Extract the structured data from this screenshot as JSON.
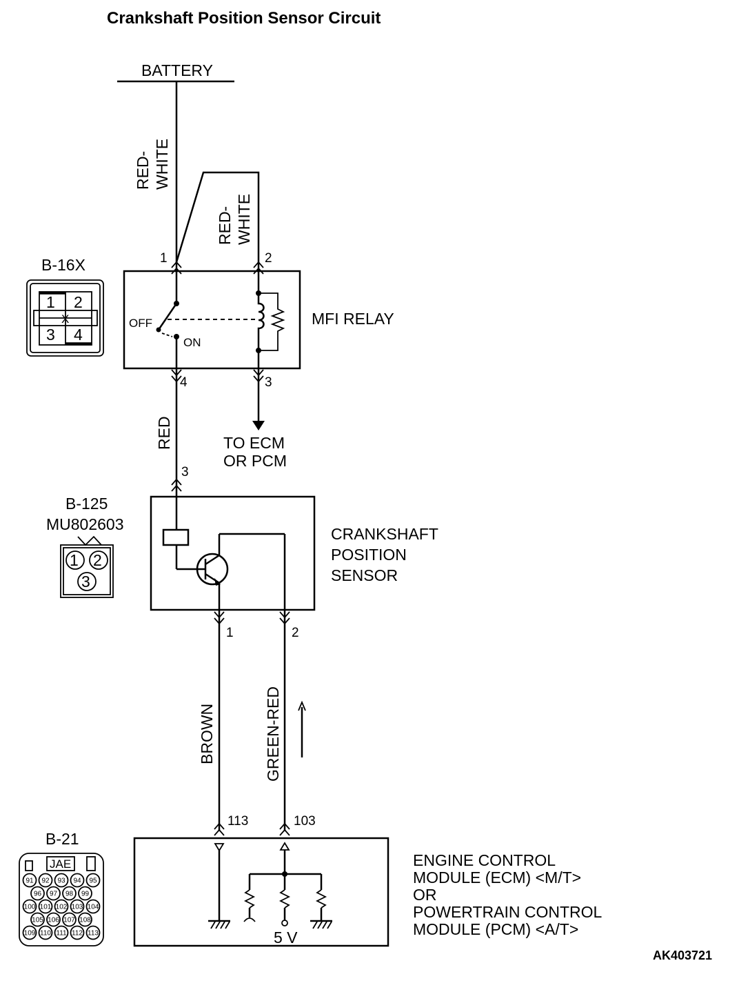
{
  "title": "Crankshaft Position Sensor Circuit",
  "diagram_id": "AK403721",
  "battery": {
    "label": "BATTERY"
  },
  "wires": {
    "battery_to_pin1": "RED-WHITE",
    "battery_to_pin2": "RED-WHITE",
    "relay_to_sensor": "RED",
    "sensor_pin1_to_ecm": "BROWN",
    "sensor_pin2_to_ecm": "GREEN-RED"
  },
  "relay": {
    "label": "MFI RELAY",
    "connector": "B-16X",
    "pins": [
      "1",
      "2",
      "3",
      "4"
    ],
    "switch_off": "OFF",
    "switch_on": "ON",
    "connector_mark": "X"
  },
  "to_ecm": {
    "line1": "TO ECM",
    "line2": "OR PCM"
  },
  "sensor": {
    "label_lines": [
      "CRANKSHAFT",
      "POSITION",
      "SENSOR"
    ],
    "connector": "B-125",
    "part_number": "MU802603",
    "pins": [
      "1",
      "2",
      "3"
    ]
  },
  "ecm": {
    "connector": "B-21",
    "connector_brand": "JAE",
    "label_lines": [
      "ENGINE CONTROL",
      "MODULE (ECM) <M/T>",
      "OR",
      "POWERTRAIN CONTROL",
      "MODULE (PCM) <A/T>"
    ],
    "pin_brown": "113",
    "pin_green": "103",
    "voltage": "5 V",
    "connector_pins": [
      [
        "91",
        "92",
        "93",
        "94",
        "95"
      ],
      [
        "96",
        "97",
        "98",
        "99"
      ],
      [
        "100",
        "101",
        "102",
        "103",
        "104"
      ],
      [
        "105",
        "106",
        "107",
        "108"
      ],
      [
        "109",
        "110",
        "111",
        "112",
        "113"
      ]
    ]
  }
}
